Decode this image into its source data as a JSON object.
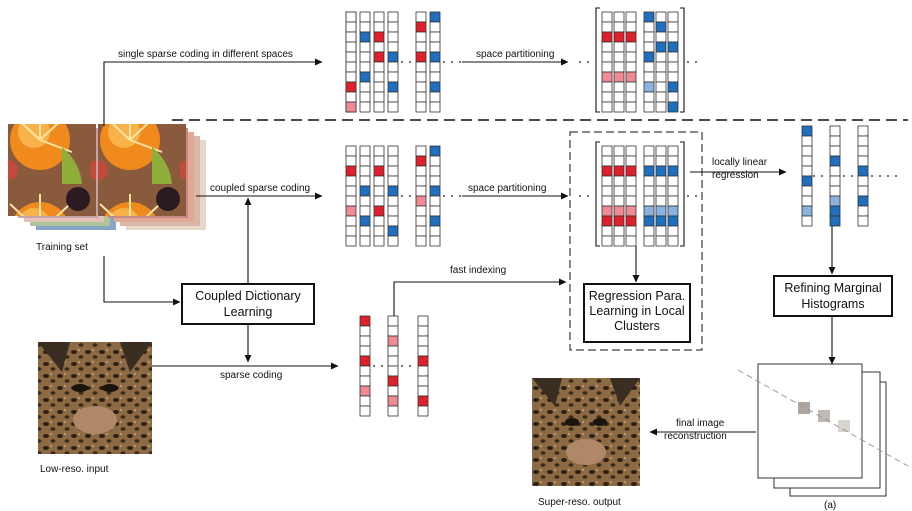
{
  "labels": {
    "single_sparse": "single sparse coding in different spaces",
    "space_partitioning_top": "space partitioning",
    "coupled_sparse": "coupled sparse coding",
    "space_partitioning_mid": "space partitioning",
    "locally_linear_1": "locally linear",
    "locally_linear_2": "regression",
    "fast_indexing": "fast indexing",
    "sparse_coding": "sparse coding",
    "final_image_1": "final image",
    "final_image_2": "reconstruction",
    "training_set": "Training set",
    "low_reso_input": "Low-reso. input",
    "super_reso_output": "Super-reso. output",
    "panel_a": "(a)"
  },
  "boxes": {
    "coupled_dictionary": [
      "Coupled Dictionary",
      "Learning"
    ],
    "regression_learning": [
      "Regression Para.",
      "Learning in Local",
      "Clusters"
    ],
    "refining_histograms": [
      "Refining Marginal",
      "Histograms"
    ]
  },
  "colors": {
    "red": "#e0202a",
    "light_red": "#f08a93",
    "blue": "#1f6fbf",
    "light_blue": "#8ab4df",
    "line": "#111111"
  }
}
